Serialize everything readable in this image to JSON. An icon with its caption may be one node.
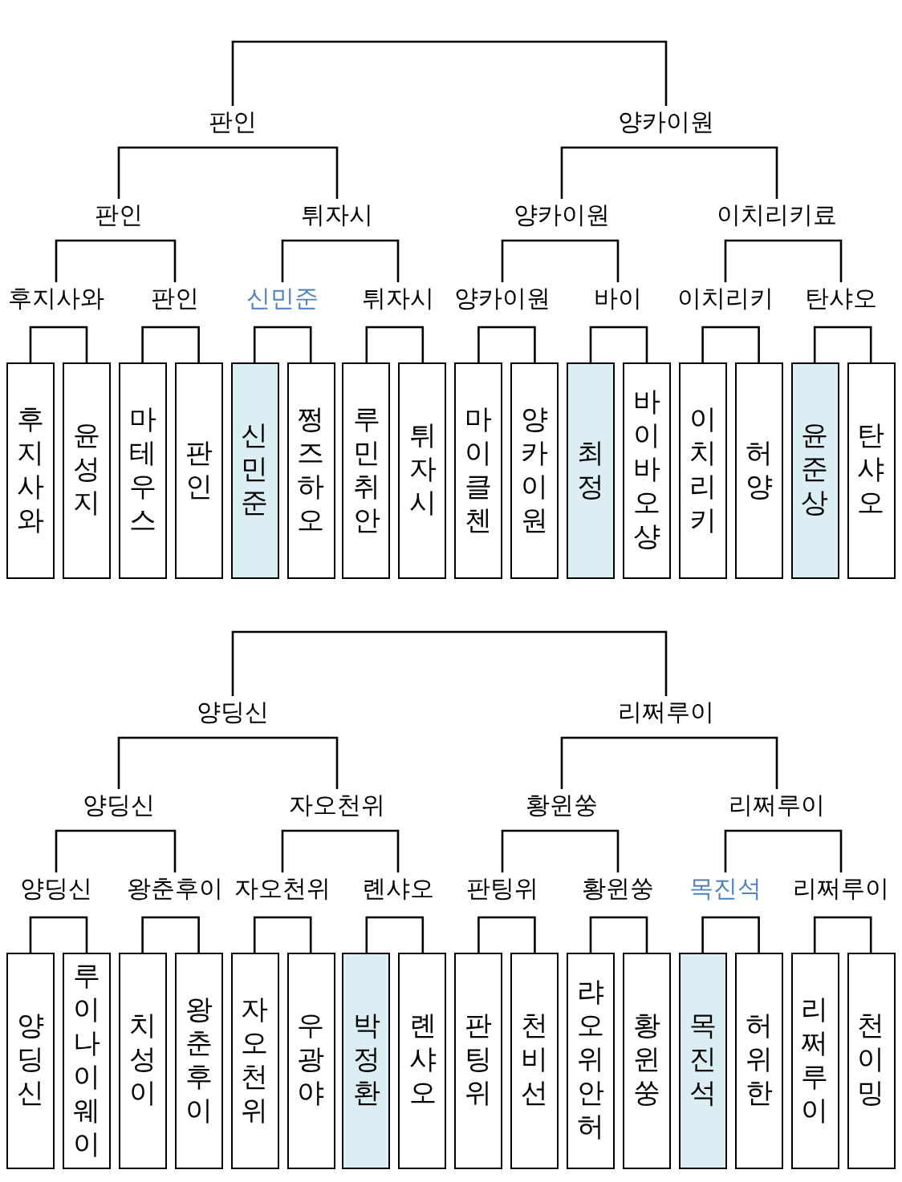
{
  "diagram": {
    "nodes": [
      {
        "text": [
          "판인"
        ]
      },
      {
        "text": [
          "양카이원"
        ]
      },
      {
        "text": [
          "판인"
        ]
      },
      {
        "text": [
          "튀자시"
        ]
      },
      {
        "text": [
          "양카이원"
        ]
      },
      {
        "text": [
          "이치리키료"
        ]
      },
      {
        "text": [
          "후지사와"
        ]
      },
      {
        "text": [
          "판인"
        ]
      },
      {
        "text": [
          "신민준"
        ]
      },
      {
        "text": [
          "튀자시"
        ]
      },
      {
        "text": [
          "양카이원"
        ]
      },
      {
        "text": [
          "바이"
        ]
      },
      {
        "text": [
          "이치리키"
        ]
      },
      {
        "text": [
          "탄샤오"
        ]
      },
      {
        "text": [
          "후지사와"
        ]
      },
      {
        "text": [
          "윤성지"
        ]
      },
      {
        "text": [
          "마테우스"
        ]
      },
      {
        "text": [
          "판인"
        ]
      },
      {
        "text": [
          "신민준"
        ]
      },
      {
        "text": [
          "쩡즈하오"
        ]
      },
      {
        "text": [
          "루민취안"
        ]
      },
      {
        "text": [
          "튀자시"
        ]
      },
      {
        "text": [
          "마이클첸"
        ]
      },
      {
        "text": [
          "양카이원"
        ]
      },
      {
        "text": [
          "최정"
        ]
      },
      {
        "text": [
          "바이바오샹"
        ]
      },
      {
        "text": [
          "이치리키"
        ]
      },
      {
        "text": [
          "허양"
        ]
      },
      {
        "text": [
          "윤준상"
        ]
      },
      {
        "text": [
          "탄샤오"
        ]
      },
      {
        "text": [
          "양딩신"
        ]
      },
      {
        "text": [
          "리쩌루이"
        ]
      },
      {
        "text": [
          "양딩신"
        ]
      },
      {
        "text": [
          "자오천위"
        ]
      },
      {
        "text": [
          "황윈쑹"
        ]
      },
      {
        "text": [
          "리쩌루이"
        ]
      },
      {
        "text": [
          "양딩신"
        ]
      },
      {
        "text": [
          "왕춘후이"
        ]
      },
      {
        "text": [
          "자오천위"
        ]
      },
      {
        "text": [
          "롄샤오"
        ]
      },
      {
        "text": [
          "판팅위"
        ]
      },
      {
        "text": [
          "황윈쑹"
        ]
      },
      {
        "text": [
          "목진석"
        ]
      },
      {
        "text": [
          "리쩌루이"
        ]
      },
      {
        "text": [
          "양딩신"
        ]
      },
      {
        "text": [
          "루이나이웨이"
        ]
      },
      {
        "text": [
          "치성이"
        ]
      },
      {
        "text": [
          "왕춘후이"
        ]
      },
      {
        "text": [
          "자오천위"
        ]
      },
      {
        "text": [
          "우광야"
        ]
      },
      {
        "text": [
          "박정환"
        ]
      },
      {
        "text": [
          "롄샤오"
        ]
      },
      {
        "text": [
          "판팅위"
        ]
      },
      {
        "text": [
          "천비선"
        ]
      },
      {
        "text": [
          "랴오위안허"
        ]
      },
      {
        "text": [
          "황윈쑹"
        ]
      },
      {
        "text": [
          "목진석"
        ]
      },
      {
        "text": [
          "허위한"
        ]
      },
      {
        "text": [
          "리쩌루이"
        ]
      },
      {
        "text": [
          "천이밍"
        ]
      }
    ],
    "edges": [
      {
        "from": 0,
        "to": 1,
        "arrow": "none"
      },
      {
        "from": 0,
        "to": 2,
        "arrow": "none"
      },
      {
        "from": 0,
        "to": 3,
        "arrow": "none"
      },
      {
        "from": 1,
        "to": 4,
        "arrow": "none"
      },
      {
        "from": 1,
        "to": 5,
        "arrow": "none"
      },
      {
        "from": 2,
        "to": 6,
        "arrow": "none"
      },
      {
        "from": 2,
        "to": 7,
        "arrow": "none"
      },
      {
        "from": 3,
        "to": 8,
        "arrow": "none"
      },
      {
        "from": 3,
        "to": 9,
        "arrow": "none"
      },
      {
        "from": 4,
        "to": 10,
        "arrow": "none"
      },
      {
        "from": 4,
        "to": 11,
        "arrow": "none"
      },
      {
        "from": 5,
        "to": 12,
        "arrow": "none"
      },
      {
        "from": 5,
        "to": 13,
        "arrow": "none"
      },
      {
        "from": 14,
        "to": 15,
        "arrow": "none"
      },
      {
        "from": 16,
        "to": 17,
        "arrow": "none"
      },
      {
        "from": 18,
        "to": 19,
        "arrow": "none"
      },
      {
        "from": 20,
        "to": 21,
        "arrow": "none"
      },
      {
        "from": 22,
        "to": 23,
        "arrow": "none"
      },
      {
        "from": 24,
        "to": 25,
        "arrow": "none"
      },
      {
        "from": 26,
        "to": 27,
        "arrow": "none"
      },
      {
        "from": 28,
        "to": 29,
        "arrow": "none"
      },
      {
        "from": 30,
        "to": 31,
        "arrow": "none"
      },
      {
        "from": 30,
        "to": 32,
        "arrow": "none"
      },
      {
        "from": 30,
        "to": 33,
        "arrow": "none"
      },
      {
        "from": 31,
        "to": 34,
        "arrow": "none"
      },
      {
        "from": 31,
        "to": 35,
        "arrow": "none"
      },
      {
        "from": 32,
        "to": 36,
        "arrow": "none"
      },
      {
        "from": 32,
        "to": 37,
        "arrow": "none"
      },
      {
        "from": 33,
        "to": 38,
        "arrow": "none"
      },
      {
        "from": 33,
        "to": 39,
        "arrow": "none"
      },
      {
        "from": 34,
        "to": 40,
        "arrow": "none"
      },
      {
        "from": 34,
        "to": 41,
        "arrow": "none"
      },
      {
        "from": 35,
        "to": 42,
        "arrow": "none"
      },
      {
        "from": 35,
        "to": 43,
        "arrow": "none"
      },
      {
        "from": 44,
        "to": 45,
        "arrow": "none"
      },
      {
        "from": 46,
        "to": 47,
        "arrow": "none"
      },
      {
        "from": 48,
        "to": 49,
        "arrow": "none"
      },
      {
        "from": 50,
        "to": 51,
        "arrow": "none"
      },
      {
        "from": 52,
        "to": 53,
        "arrow": "none"
      },
      {
        "from": 54,
        "to": 55,
        "arrow": "none"
      },
      {
        "from": 56,
        "to": 57,
        "arrow": "none"
      },
      {
        "from": 58,
        "to": 59,
        "arrow": "none"
      }
    ]
  }
}
